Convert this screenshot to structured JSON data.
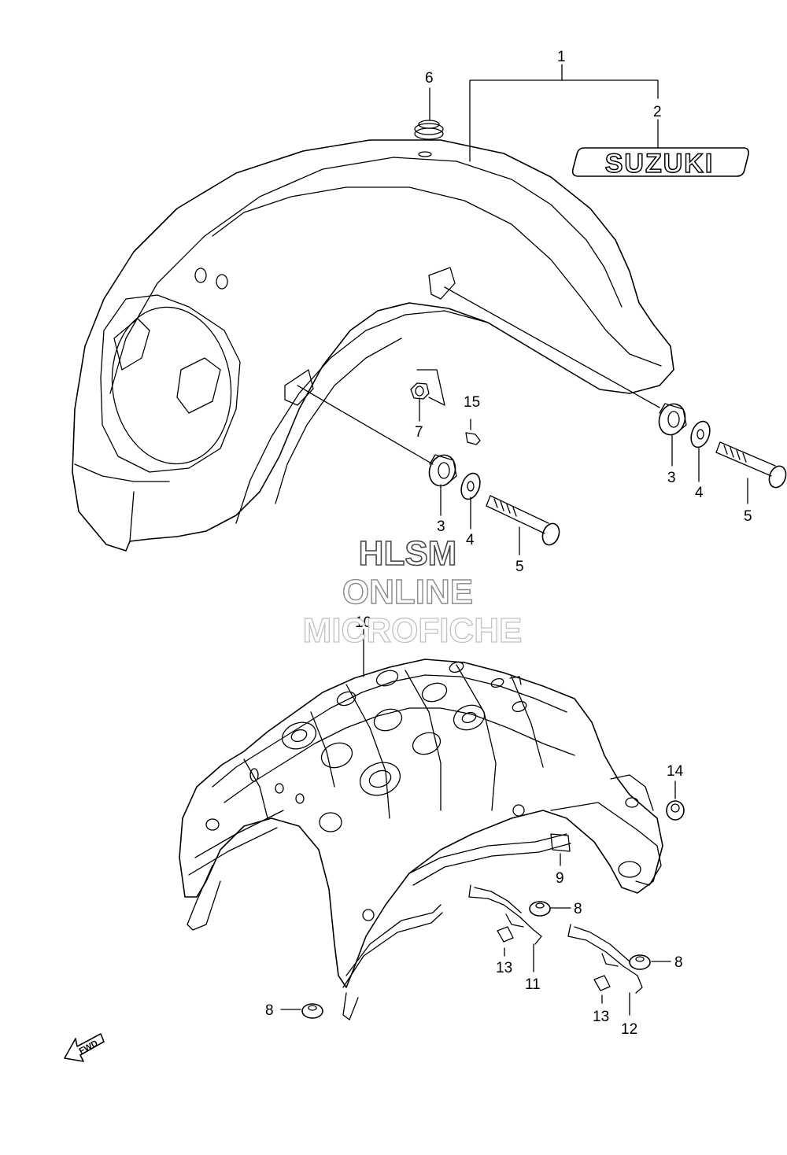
{
  "callouts": {
    "c1": "1",
    "c2": "2",
    "c3a": "3",
    "c3b": "3",
    "c4a": "4",
    "c4b": "4",
    "c5a": "5",
    "c5b": "5",
    "c6": "6",
    "c7": "7",
    "c8a": "8",
    "c8b": "8",
    "c8c": "8",
    "c9": "9",
    "c10": "10",
    "c11": "11",
    "c12": "12",
    "c13a": "13",
    "c13b": "13",
    "c14": "14",
    "c15": "15"
  },
  "emblem_text": "SUZUKI",
  "fwd_label": "FWD",
  "watermark": {
    "line1": "HLSM",
    "line2": "ONLINE",
    "line3": "MICROFICHE"
  }
}
